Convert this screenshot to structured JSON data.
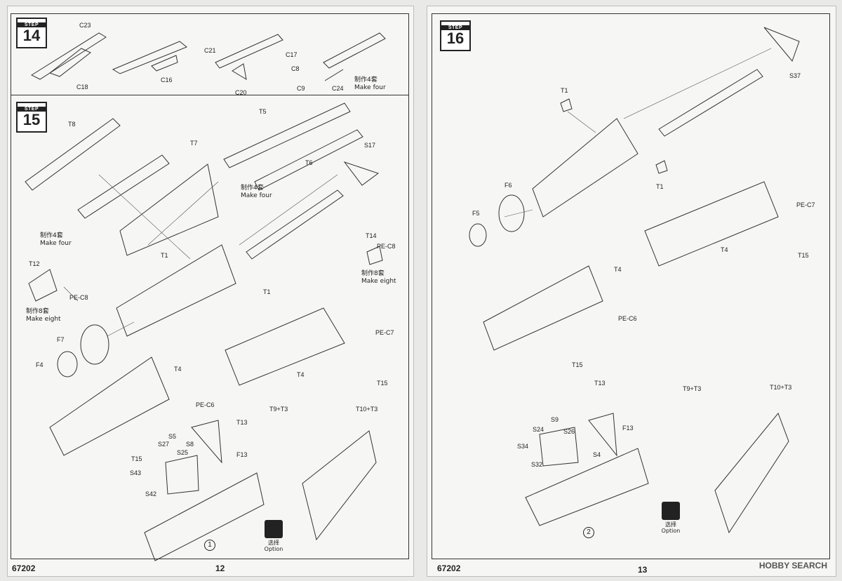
{
  "left_page": {
    "footer_code": "67202",
    "page_number": "12",
    "step14": {
      "label": "STEP",
      "number": "14",
      "parts": [
        "C23",
        "C18",
        "C21",
        "C16",
        "C17",
        "C20",
        "C8",
        "C9",
        "C24"
      ],
      "note_cn": "制作4套",
      "note_en": "Make four"
    },
    "step15": {
      "label": "STEP",
      "number": "15",
      "parts": [
        "T8",
        "T7",
        "T5",
        "T6",
        "S17",
        "T1",
        "T1",
        "T12",
        "PE-C8",
        "T14",
        "PE-C8",
        "F7",
        "F4",
        "PE-C7",
        "T4",
        "T15",
        "T4",
        "PE-C6",
        "T15",
        "T9+T3",
        "T10+T3",
        "T13",
        "S27",
        "S5",
        "S8",
        "S25",
        "F13",
        "S43",
        "S42"
      ],
      "notes": [
        {
          "cn": "制作4套",
          "en": "Make four"
        },
        {
          "cn": "制作4套",
          "en": "Make four"
        },
        {
          "cn": "制作8套",
          "en": "Make eight"
        },
        {
          "cn": "制作8套",
          "en": "Make eight"
        }
      ],
      "option_cn": "选择",
      "option_en": "Option",
      "variant": "1"
    }
  },
  "right_page": {
    "footer_code": "67202",
    "page_number": "13",
    "step16": {
      "label": "STEP",
      "number": "16",
      "parts": [
        "S37",
        "T1",
        "T1",
        "F6",
        "F5",
        "PE-C7",
        "T4",
        "T15",
        "T4",
        "PE-C6",
        "T15",
        "T13",
        "T9+T3",
        "T10+T3",
        "S9",
        "S24",
        "S26",
        "F13",
        "S34",
        "S4",
        "S32"
      ],
      "option_cn": "选择",
      "option_en": "Option",
      "variant": "2"
    },
    "watermark": "HOBBY SEARCH"
  }
}
